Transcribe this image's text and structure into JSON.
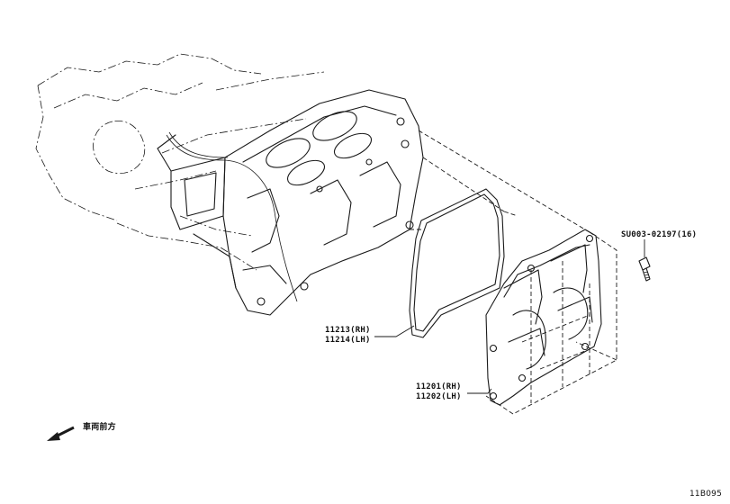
{
  "callouts": {
    "bolt": "SU003-02197(16)",
    "gasket_rh": "11213(RH)",
    "gasket_lh": "11214(LH)",
    "cover_rh": "11201(RH)",
    "cover_lh": "11202(LH)"
  },
  "front_direction_label": "車両前方",
  "figure_code": "11B095"
}
